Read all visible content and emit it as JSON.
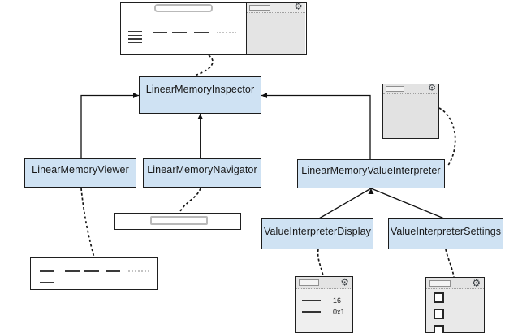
{
  "diagram": {
    "title_hint": "LinearMemoryInspector component architecture",
    "node_fill": "#cfe2f3",
    "node_border": "#1b1b1b",
    "nodes": {
      "inspector": {
        "label": "LinearMemoryInspector"
      },
      "viewer": {
        "label": "LinearMemoryViewer"
      },
      "navigator": {
        "label": "LinearMemoryNavigator"
      },
      "value_interpreter": {
        "label": "LinearMemoryValueInterpreter"
      },
      "display": {
        "label": "ValueInterpreterDisplay"
      },
      "settings": {
        "label": "ValueInterpreterSettings"
      }
    }
  },
  "windows": {
    "display_preview": {
      "row1": "16",
      "row2": "0x1"
    },
    "settings_preview": {
      "checkbox_count": 3
    }
  },
  "icons": {
    "gear": "⚙"
  }
}
